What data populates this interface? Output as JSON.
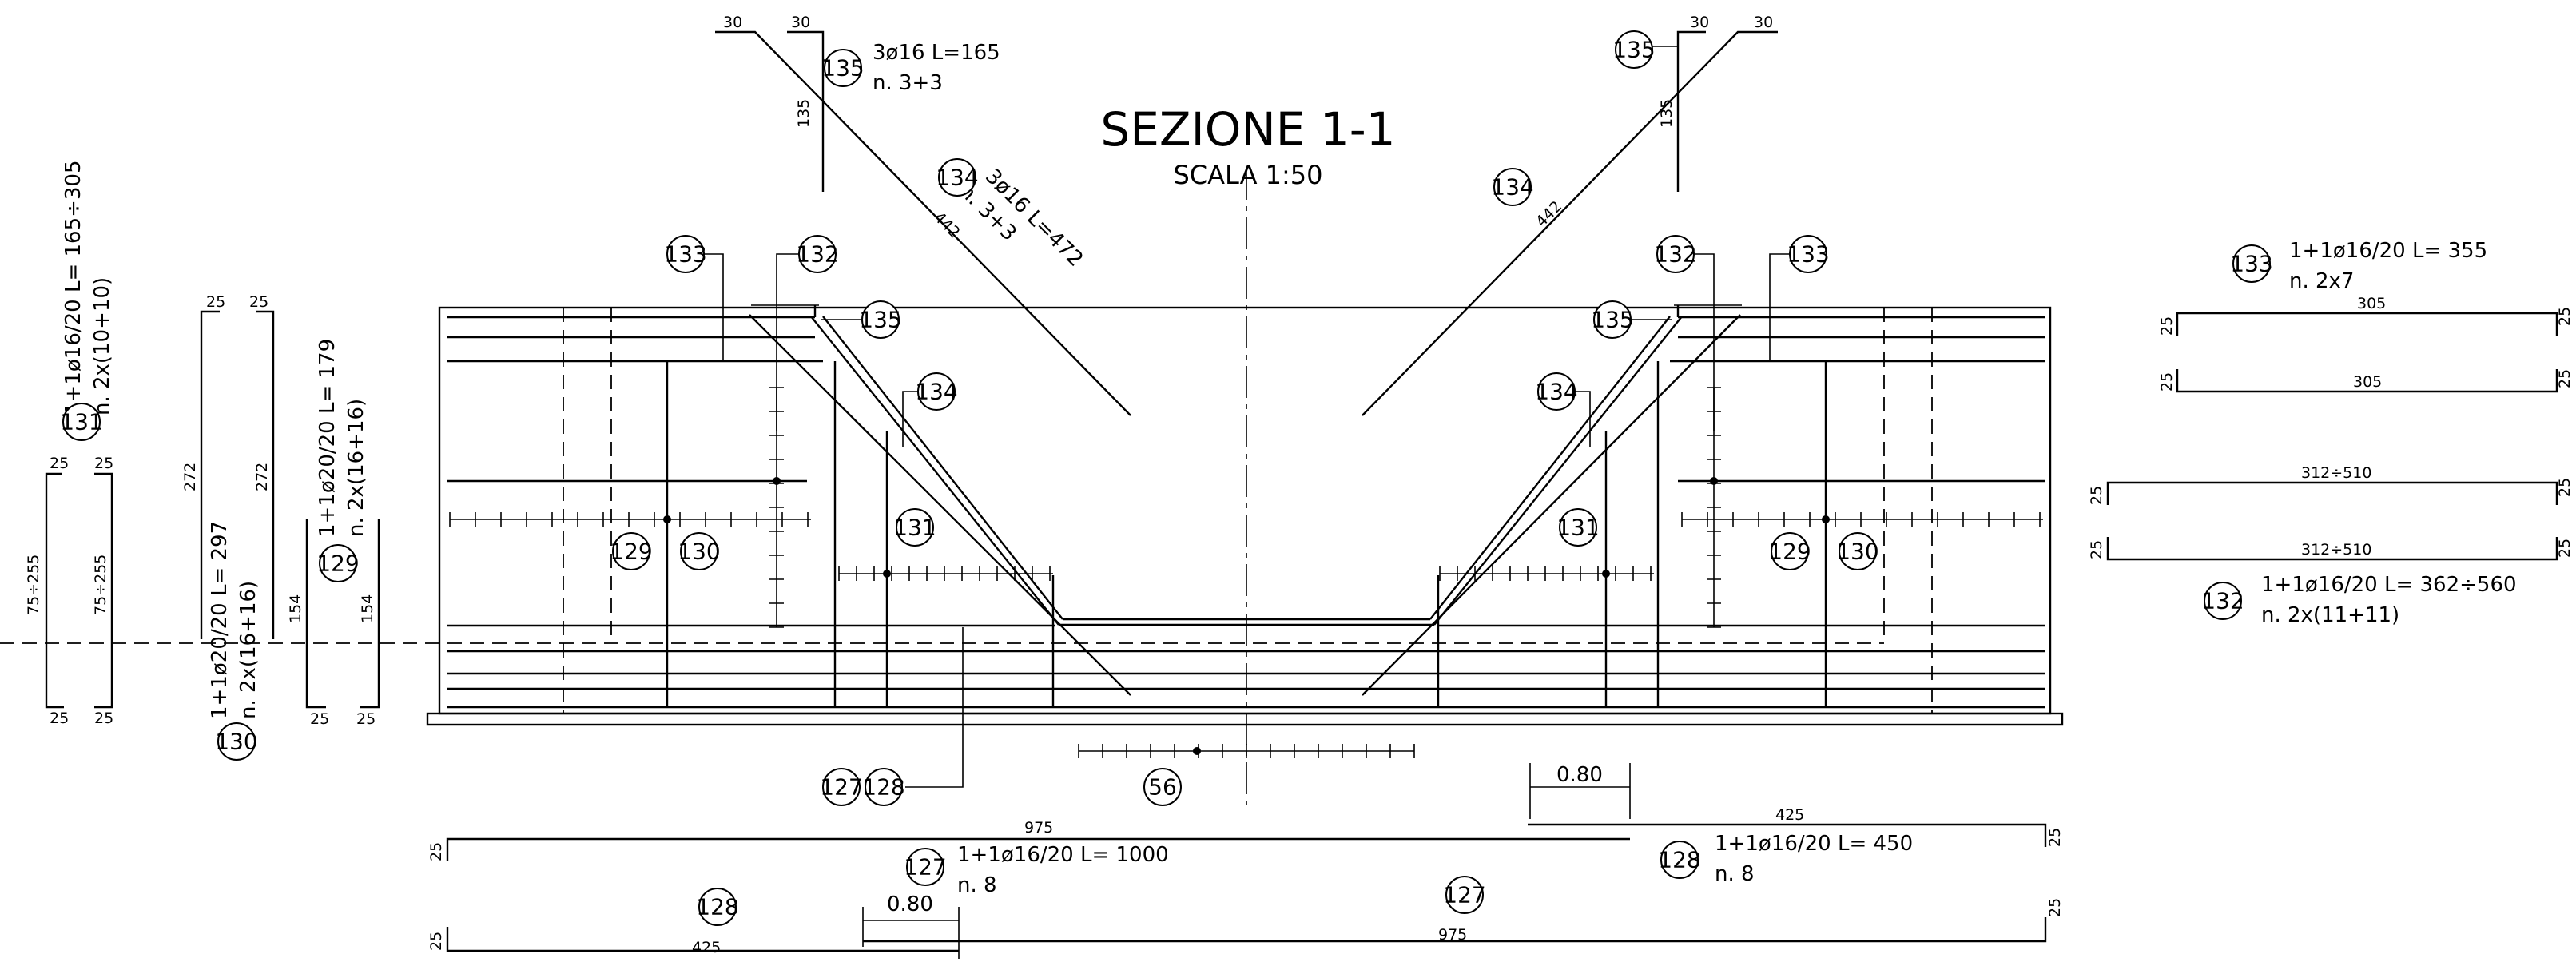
{
  "title": "SEZIONE 1-1",
  "scale": "SCALA 1:50",
  "section_marks": [
    {
      "id": "135L",
      "num": "135"
    },
    {
      "id": "135R",
      "num": "135"
    },
    {
      "id": "134L",
      "num": "134"
    },
    {
      "id": "134R",
      "num": "134"
    },
    {
      "id": "133L",
      "num": "133"
    },
    {
      "id": "132L",
      "num": "132"
    },
    {
      "id": "132R",
      "num": "132"
    },
    {
      "id": "133R",
      "num": "133"
    },
    {
      "id": "135Li",
      "num": "135"
    },
    {
      "id": "135Ri",
      "num": "135"
    },
    {
      "id": "134Li",
      "num": "134"
    },
    {
      "id": "134Ri",
      "num": "134"
    },
    {
      "id": "131Li",
      "num": "131"
    },
    {
      "id": "131Ri",
      "num": "131"
    },
    {
      "id": "129L",
      "num": "129"
    },
    {
      "id": "130L",
      "num": "130"
    },
    {
      "id": "129R",
      "num": "129"
    },
    {
      "id": "130R",
      "num": "130"
    },
    {
      "id": "127c",
      "num": "127"
    },
    {
      "id": "128c",
      "num": "128"
    },
    {
      "id": "56",
      "num": "56"
    }
  ],
  "bars": {
    "b135": {
      "num": "135",
      "spec": "3ø16 L=165",
      "count": "n. 3+3",
      "dims": [
        "30",
        "30",
        "135"
      ]
    },
    "b134": {
      "num": "134",
      "spec": "3ø16 L=472",
      "count": "n. 3+3",
      "dims": [
        "442"
      ]
    },
    "b134r": {
      "dims": [
        "442"
      ]
    },
    "b135r": {
      "num": "135",
      "dims": [
        "30",
        "30",
        "135"
      ]
    },
    "b131": {
      "num": "131",
      "spec": "1+1ø16/20 L= 165÷305",
      "count": "n. 2x(10+10)",
      "dims": [
        "25",
        "25",
        "75÷255",
        "75÷255",
        "25",
        "25"
      ]
    },
    "b130": {
      "num": "130",
      "spec": "1+1ø20/20 L= 297",
      "count": "n. 2x(16+16)",
      "dims": [
        "25",
        "25",
        "272",
        "272"
      ]
    },
    "b129": {
      "num": "129",
      "spec": "1+1ø20/20 L= 179",
      "count": "n. 2x(16+16)",
      "dims": [
        "154",
        "154",
        "25",
        "25"
      ]
    },
    "b133": {
      "num": "133",
      "spec": "1+1ø16/20 L= 355",
      "count": "n. 2x7",
      "dims": [
        "305",
        "305",
        "25",
        "25",
        "25",
        "25"
      ]
    },
    "b132": {
      "num": "132",
      "spec": "1+1ø16/20 L= 362÷560",
      "count": "n. 2x(11+11)",
      "dims": [
        "312÷510",
        "312÷510",
        "25",
        "25",
        "25",
        "25"
      ]
    },
    "b127": {
      "num": "127",
      "spec": "1+1ø16/20 L= 1000",
      "count": "n. 8",
      "dims": [
        "975",
        "975",
        "25",
        "25",
        "0.80"
      ]
    },
    "b128": {
      "num": "128",
      "spec": "1+1ø16/20 L= 450",
      "count": "n. 8",
      "dims": [
        "425",
        "425",
        "25",
        "25",
        "0.80"
      ]
    },
    "b127s": {
      "num": "127"
    },
    "b128s": {
      "num": "128"
    }
  }
}
